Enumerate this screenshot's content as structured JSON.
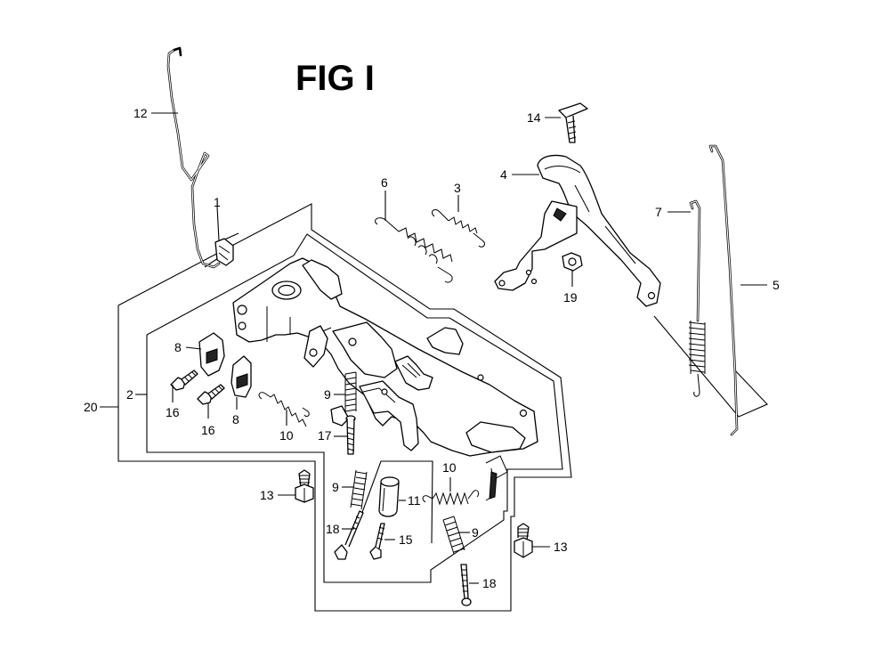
{
  "figure": {
    "title": "FIG I"
  },
  "callouts": {
    "c1": "1",
    "c2": "2",
    "c3": "3",
    "c4": "4",
    "c5": "5",
    "c6": "6",
    "c7": "7",
    "c8a": "8",
    "c8b": "8",
    "c9a": "9",
    "c9b": "9",
    "c9c": "9",
    "c10a": "10",
    "c10b": "10",
    "c11": "11",
    "c12": "12",
    "c13a": "13",
    "c13b": "13",
    "c14": "14",
    "c15": "15",
    "c16a": "16",
    "c16b": "16",
    "c17": "17",
    "c18a": "18",
    "c18b": "18",
    "c19": "19",
    "c20": "20"
  }
}
